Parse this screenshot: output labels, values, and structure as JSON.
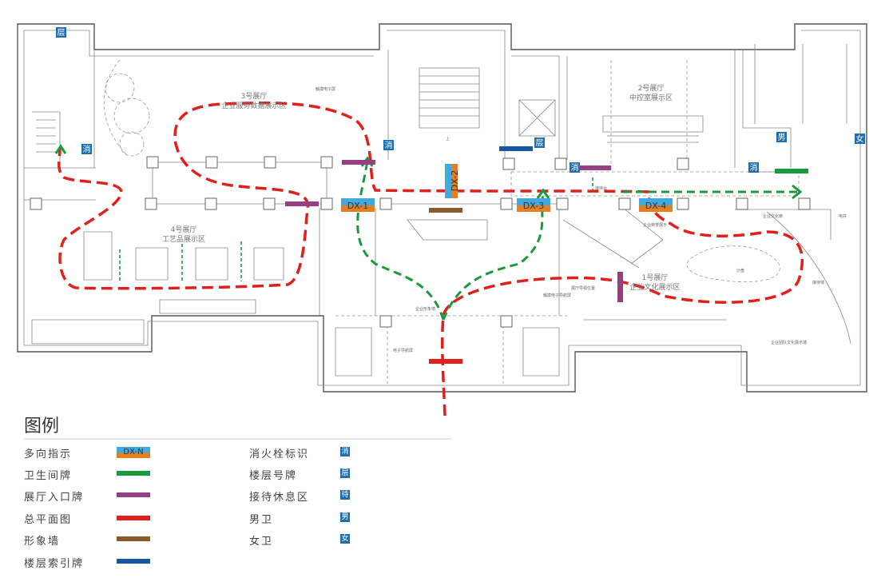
{
  "halls": {
    "hall3": {
      "name": "3号展厅",
      "sub": "企业服务数据展示区"
    },
    "hall4": {
      "name": "4号展厅",
      "sub": "工艺品展示区"
    },
    "hall2": {
      "name": "2号展厅",
      "sub": "中控室展示区"
    },
    "hall1": {
      "name": "1号展厅",
      "sub": "企业文化展示区"
    },
    "sandtable": "沙盘",
    "electric_room": "电井",
    "up": "上"
  },
  "signs": {
    "dx1": "DX-1",
    "dx2": "DX-2",
    "dx3": "DX-3",
    "dx4": "DX-4",
    "fire": "消",
    "floor": "层",
    "male": "男",
    "female": "女"
  },
  "small_labels": [
    "触摸电子屏",
    "企业荣誉展示",
    "企业文化廊",
    "接待墙",
    "企业团队文化展示墙",
    "电子导航屏",
    "触摸电子导航屏",
    "接待台",
    "企业形象墙",
    "展厅导视位置"
  ],
  "legend": {
    "title": "图例",
    "left": [
      {
        "label": "多向指示",
        "swatch": "DX-N",
        "color": "#3fa9e0"
      },
      {
        "label": "卫生间牌",
        "color": "#1a9a3c"
      },
      {
        "label": "展厅入口牌",
        "color": "#963f82"
      },
      {
        "label": "总平面图",
        "color": "#e0201b"
      },
      {
        "label": "形象墙",
        "color": "#8b5a2b"
      },
      {
        "label": "楼层索引牌",
        "color": "#1658a3"
      }
    ],
    "right": [
      {
        "label": "消火栓标识",
        "badge": "消"
      },
      {
        "label": "楼层号牌",
        "badge": "层"
      },
      {
        "label": "接待休息区",
        "badge": "待"
      },
      {
        "label": "男卫",
        "badge": "男"
      },
      {
        "label": "女卫",
        "badge": "女"
      }
    ]
  }
}
